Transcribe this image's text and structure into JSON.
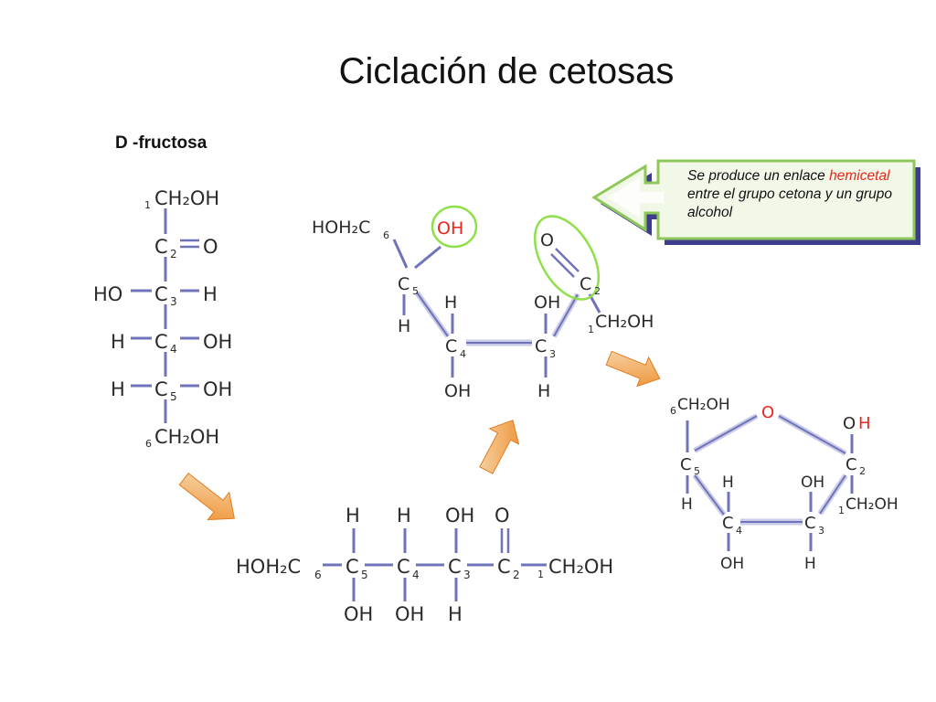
{
  "title": "Ciclación de cetosas",
  "subtitle": "D -fructosa",
  "callout": {
    "text_before": "Se produce un enlace",
    "highlight": "hemicetal",
    "text_after": "entre el grupo cetona y un grupo alcohol"
  },
  "colors": {
    "bond": "#6f74b8",
    "bond_light": "#c9cbe8",
    "highlight_red": "#e8261c",
    "circle_green": "#8fe04a",
    "arrow_orange": "#f0a24a",
    "callout_border": "#8fc85a",
    "callout_fill": "#f2f8e8",
    "callout_shadow": "#3d3d8c"
  },
  "labels": {
    "CH2OH": "CH₂OH",
    "HOH2C": "HOH₂C",
    "OH": "OH",
    "HO": "HO",
    "H": "H",
    "O": "O",
    "C": "C",
    "n1": "1",
    "n2": "2",
    "n3": "3",
    "n4": "4",
    "n5": "5",
    "n6": "6",
    "c6_suffix": "C"
  }
}
